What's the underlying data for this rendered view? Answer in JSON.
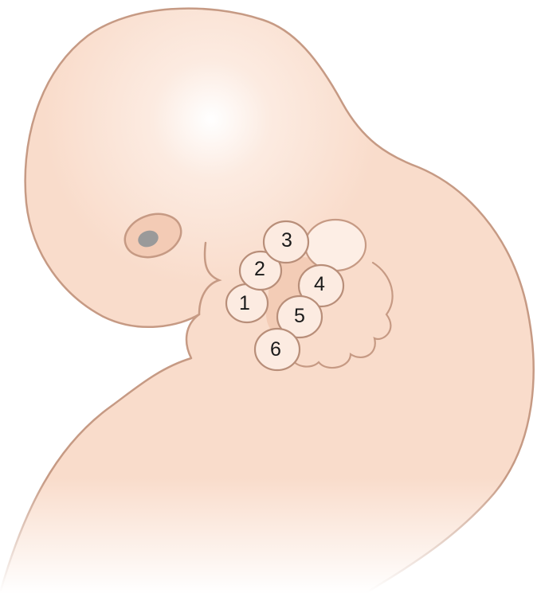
{
  "colors": {
    "skin": "#f9dccb",
    "skin_shadow": "#f3cbb5",
    "skin_highlight": "#ffffff",
    "outline": "#c69a84",
    "hillock_fill": "#fcebe1",
    "hillock_outline": "#b88e79",
    "eye_ring": "#f3cbb5",
    "eye_center": "#9a9a9a",
    "label_text": "#1a1a1a"
  },
  "hillocks": [
    {
      "id": "1",
      "label": "1"
    },
    {
      "id": "2",
      "label": "2"
    },
    {
      "id": "3",
      "label": "3"
    },
    {
      "id": "4",
      "label": "4"
    },
    {
      "id": "5",
      "label": "5"
    },
    {
      "id": "6",
      "label": "6"
    }
  ],
  "icons": {
    "eye": "eye-placode-icon"
  }
}
